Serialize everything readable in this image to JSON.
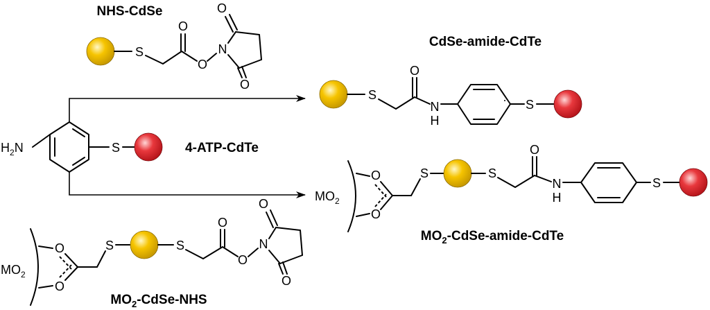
{
  "labels": {
    "nhs_cdse": "NHS-CdSe",
    "cdse_amide_cdte": "CdSe-amide-CdTe",
    "atp_cdte": "4-ATP-CdTe",
    "mo2_cdse_amide_cdte_prefix": "MO",
    "mo2_cdse_amide_cdte_sub": "2",
    "mo2_cdse_amide_cdte_suffix": "-CdSe-amide-CdTe",
    "mo2_cdse_nhs_prefix": "MO",
    "mo2_cdse_nhs_sub": "2",
    "mo2_cdse_nhs_suffix": "-CdSe-NHS"
  },
  "atoms": {
    "S": "S",
    "O": "O",
    "N": "N",
    "H": "H",
    "H2N_H": "H",
    "H2N_2": "2",
    "H2N_N": "N",
    "MO": "MO",
    "MO_2": "2"
  },
  "colors": {
    "cdse": "#f6c400",
    "cdte": "#e8383d",
    "line": "#000000"
  }
}
